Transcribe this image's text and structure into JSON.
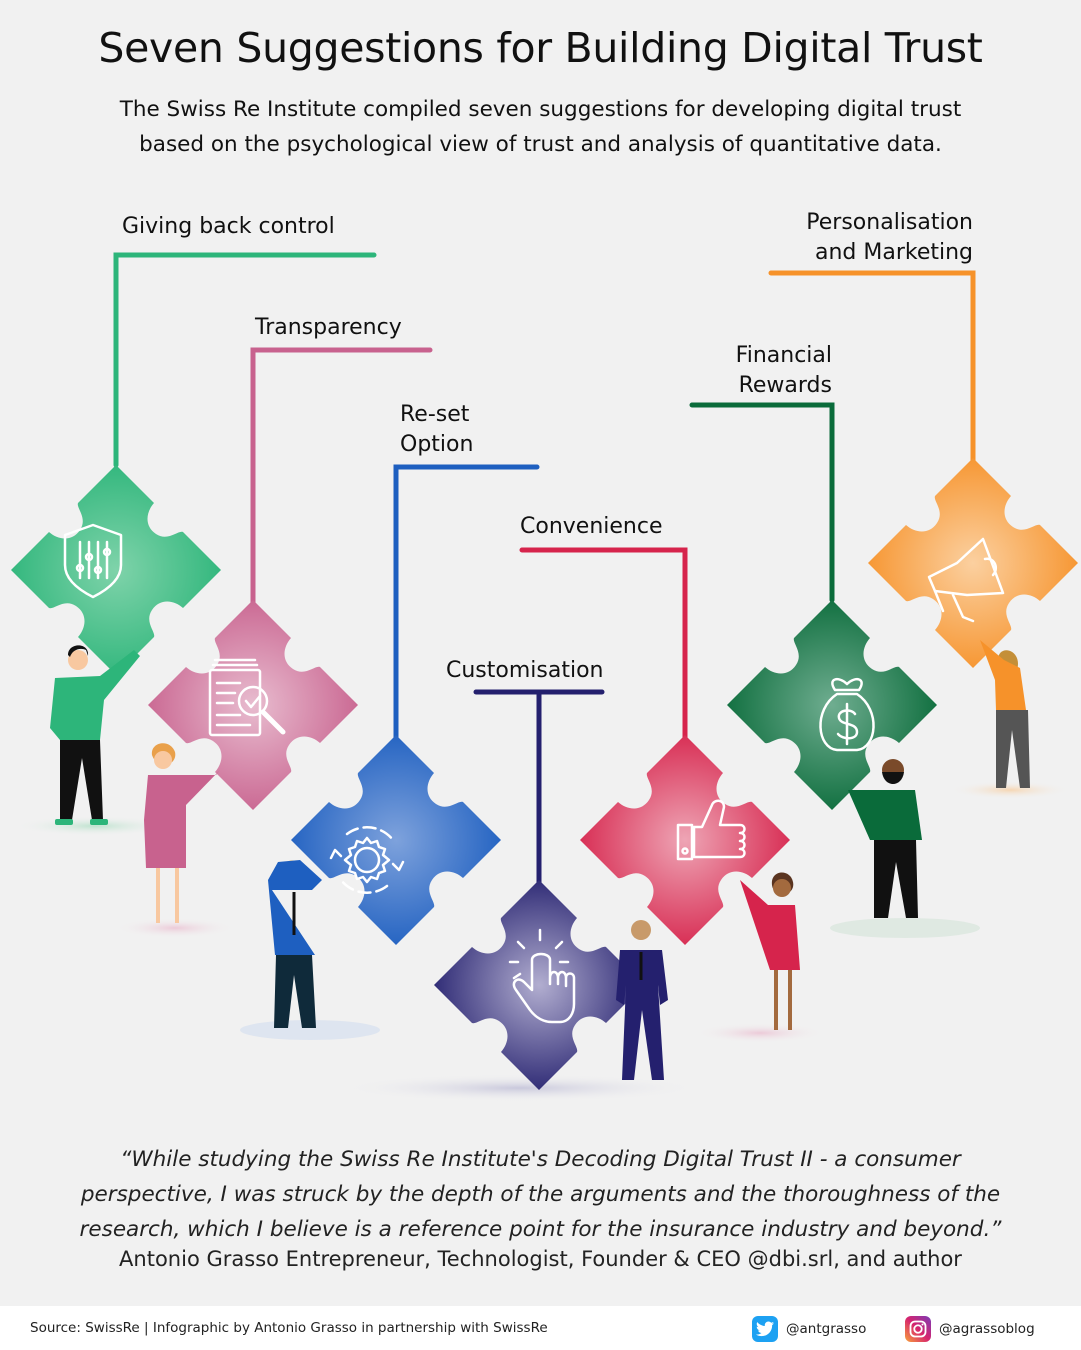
{
  "header": {
    "title": "Seven Suggestions for Building Digital Trust",
    "subtitle_line1": "The Swiss Re Institute compiled seven suggestions for developing digital trust",
    "subtitle_line2": "based on the psychological view of trust and analysis of quantitative data."
  },
  "suggestions": [
    {
      "label": "Giving back control",
      "color": "#2db57a",
      "icon": "shield-sliders-icon"
    },
    {
      "label": "Transparency",
      "color": "#c8628e",
      "icon": "document-magnifier-icon"
    },
    {
      "label_line1": "Re-set",
      "label_line2": "Option",
      "color": "#1e5fc0",
      "icon": "gear-refresh-icon"
    },
    {
      "label": "Customisation",
      "color": "#24206e",
      "icon": "tap-finger-icon"
    },
    {
      "label": "Convenience",
      "color": "#d6244c",
      "icon": "thumbs-up-icon"
    },
    {
      "label_line1": "Financial",
      "label_line2": "Rewards",
      "color": "#0a6b3a",
      "icon": "money-bag-icon"
    },
    {
      "label_line1": "Personalisation",
      "label_line2": "and Marketing",
      "color": "#f6922a",
      "icon": "megaphone-icon"
    }
  ],
  "quote": {
    "line1": "“While studying the Swiss Re Institute's Decoding Digital Trust II - a consumer",
    "line2": "perspective, I was struck by the depth of the arguments and the thoroughness of the",
    "line3": "research, which I believe is a reference point for the insurance industry and beyond.”",
    "attribution": "Antonio Grasso Entrepreneur, Technologist, Founder & CEO @dbi.srl, and author"
  },
  "footer": {
    "source": "Source: SwissRe | Infographic by Antonio Grasso in partnership with SwissRe",
    "twitter_handle": "@antgrasso",
    "instagram_handle": "@agrassoblog"
  }
}
